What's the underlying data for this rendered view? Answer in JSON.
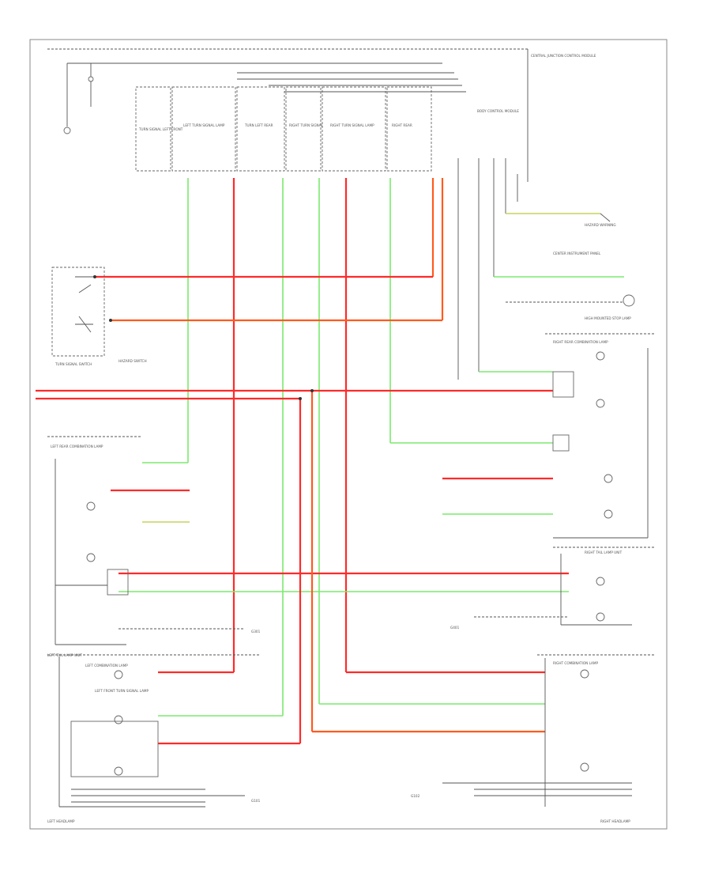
{
  "diagram": {
    "footer_code": "",
    "header_labels": {
      "central_junction": "CENTRAL JUNCTION CONTROL MODULE",
      "body_control": "BODY CONTROL MODULE"
    },
    "module_blocks": [
      {
        "id": "m1",
        "label": "TURN SIGNAL LEFT FRONT"
      },
      {
        "id": "m2",
        "label": "LEFT TURN SIGNAL LAMP"
      },
      {
        "id": "m3",
        "label": "TURN LEFT REAR"
      },
      {
        "id": "m4",
        "label": "RIGHT TURN SIGNAL"
      },
      {
        "id": "m5",
        "label": "RIGHT TURN SIGNAL LAMP"
      },
      {
        "id": "m6",
        "label": "RIGHT REAR"
      }
    ],
    "left_labels": [
      {
        "id": "combination_switch",
        "text": "TURN SIGNAL SWITCH"
      },
      {
        "id": "hazard_switch",
        "text": "HAZARD SWITCH"
      },
      {
        "id": "left_rear_combination",
        "text": "LEFT REAR COMBINATION LAMP"
      },
      {
        "id": "left_tail_lamp_unit",
        "text": "LEFT TAIL LAMP UNIT"
      },
      {
        "id": "left_combination_lamp",
        "text": "LEFT COMBINATION LAMP"
      },
      {
        "id": "left_front_turn",
        "text": "LEFT FRONT TURN SIGNAL LAMP"
      },
      {
        "id": "left_headlamp",
        "text": "LEFT HEADLAMP"
      }
    ],
    "right_labels": [
      {
        "id": "hazard_warning",
        "text": "HAZARD WARNING"
      },
      {
        "id": "center_instrument",
        "text": "CENTER INSTRUMENT PANEL"
      },
      {
        "id": "high_mounted",
        "text": "HIGH MOUNTED STOP LAMP"
      },
      {
        "id": "right_rear_combination",
        "text": "RIGHT REAR COMBINATION LAMP"
      },
      {
        "id": "right_tail_lamp_unit",
        "text": "RIGHT TAIL LAMP UNIT"
      },
      {
        "id": "right_combination_lamp",
        "text": "RIGHT COMBINATION LAMP"
      },
      {
        "id": "right_headlamp",
        "text": "RIGHT HEADLAMP"
      }
    ],
    "ground_labels": [
      {
        "id": "g1",
        "text": "G301"
      },
      {
        "id": "g2",
        "text": "G401"
      },
      {
        "id": "g3",
        "text": "G101"
      },
      {
        "id": "g4",
        "text": "G102"
      }
    ],
    "wire_colors": {
      "red": "#ff2a2a",
      "orange": "#ff5a1e",
      "green": "#7bea6e",
      "black": "#555555",
      "yellow": "#c9d35a"
    }
  }
}
